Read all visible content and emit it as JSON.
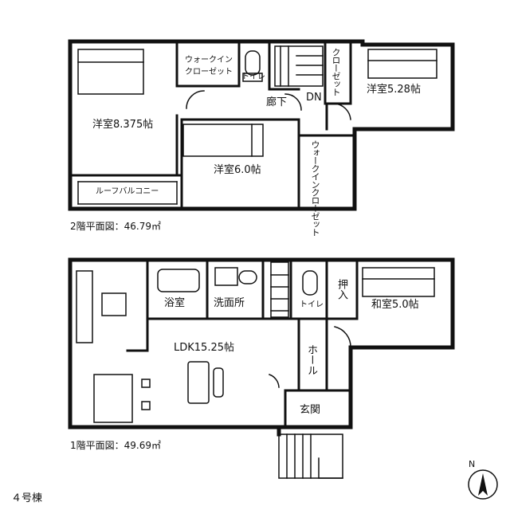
{
  "floor2": {
    "caption": "2階平面図：46.79㎡",
    "rooms": {
      "western_8": "洋室8.375帖",
      "walkin_a": "ウォークイン\nクローゼット",
      "toilet": "トイレ",
      "hallway": "廊下",
      "dn": "DN",
      "closet": "クローゼット",
      "western_528": "洋室5.28帖",
      "western_6": "洋室6.0帖",
      "walkin_b": "ウォークインクローゼット",
      "roof_balcony": "ルーフバルコニー"
    }
  },
  "floor1": {
    "caption": "1階平面図：49.69㎡",
    "rooms": {
      "bath": "浴室",
      "washroom": "洗面所",
      "toilet": "トイレ",
      "oshiire": "押入",
      "japanese": "和室5.0帖",
      "ldk": "LDK15.25帖",
      "hall": "ホール",
      "entrance": "玄関"
    }
  },
  "building_label": "４号棟",
  "compass_label": "N"
}
